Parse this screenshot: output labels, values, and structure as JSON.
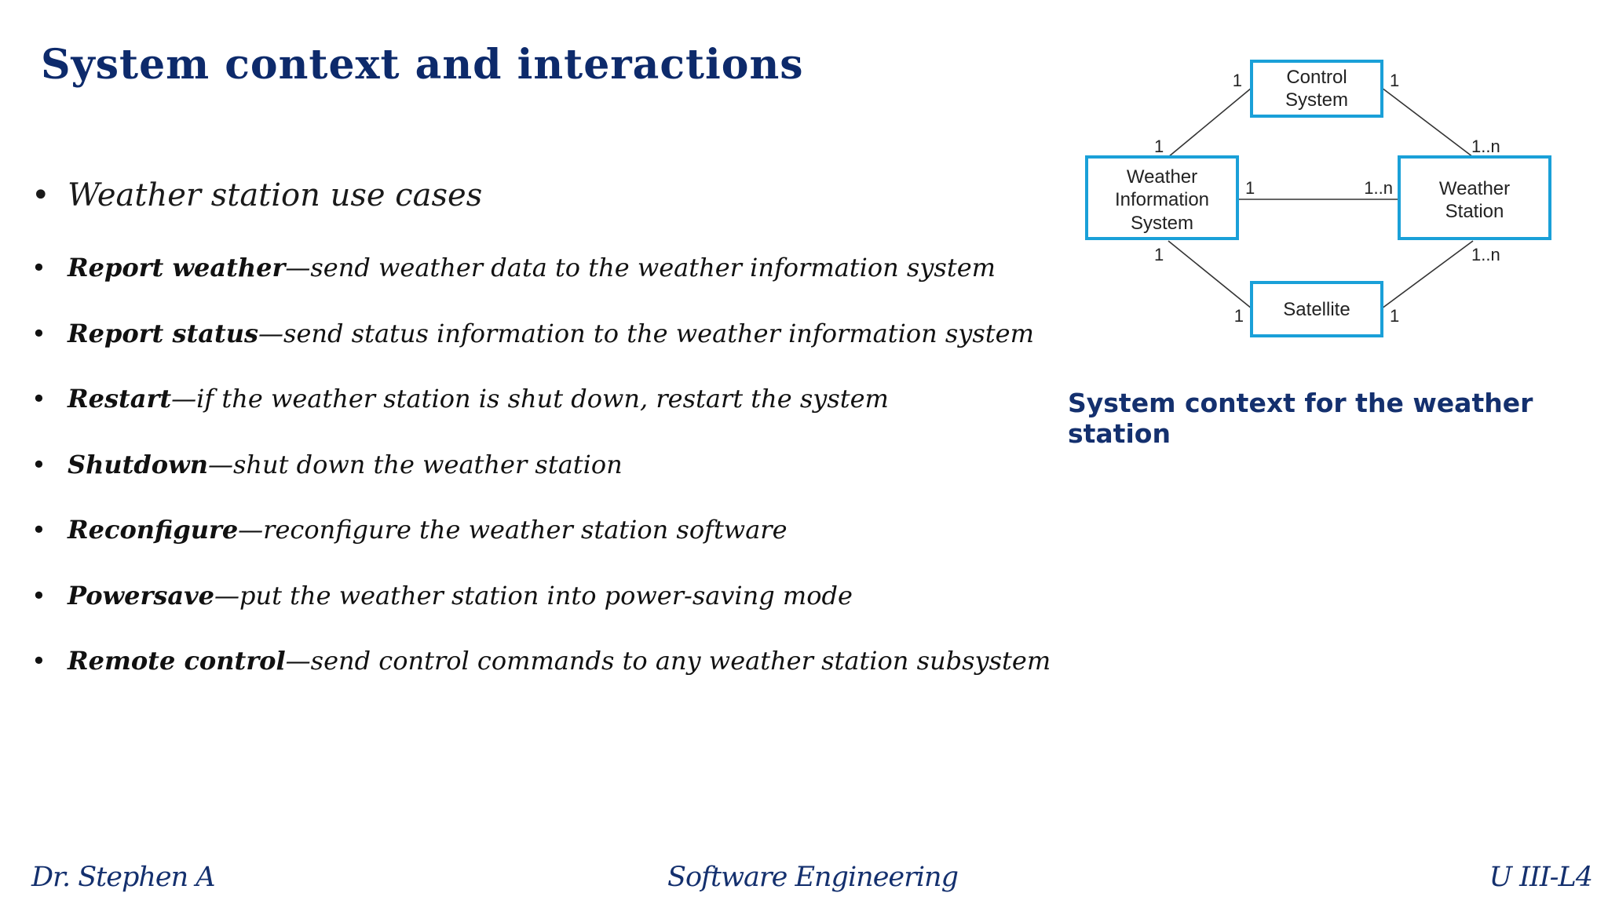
{
  "slide": {
    "title": "System context and interactions",
    "subheading": "Weather station use cases",
    "use_cases": [
      {
        "term": "Report weather",
        "desc": "—send weather data to the weather information system"
      },
      {
        "term": "Report status",
        "desc": "—send status information to the weather information system"
      },
      {
        "term": "Restart",
        "desc": "—if the weather station is shut down, restart the system"
      },
      {
        "term": "Shutdown",
        "desc": "—shut down the weather station"
      },
      {
        "term": "Reconfigure",
        "desc": "—reconfigure the weather station software"
      },
      {
        "term": "Powersave",
        "desc": "—put the weather station into power-saving mode"
      },
      {
        "term": "Remote control",
        "desc": "—send control commands to any weather station subsystem"
      }
    ]
  },
  "diagram": {
    "nodes": {
      "control": [
        "Control",
        "System"
      ],
      "wis": [
        "Weather",
        "Information",
        "System"
      ],
      "station": [
        "Weather",
        "Station"
      ],
      "satellite": [
        "Satellite"
      ]
    },
    "multiplicities": {
      "control_wis_a": "1",
      "control_wis_b": "1",
      "control_station_a": "1",
      "control_station_b": "1..n",
      "wis_station_a": "1",
      "wis_station_b": "1..n",
      "wis_sat_a": "1",
      "wis_sat_b": "1",
      "station_sat_a": "1..n",
      "station_sat_b": "1"
    },
    "caption": "System context for the weather station",
    "box_color": "#1aa0d8"
  },
  "footer": {
    "author": "Dr. Stephen A",
    "course": "Software Engineering",
    "unit": "U III-L4"
  }
}
